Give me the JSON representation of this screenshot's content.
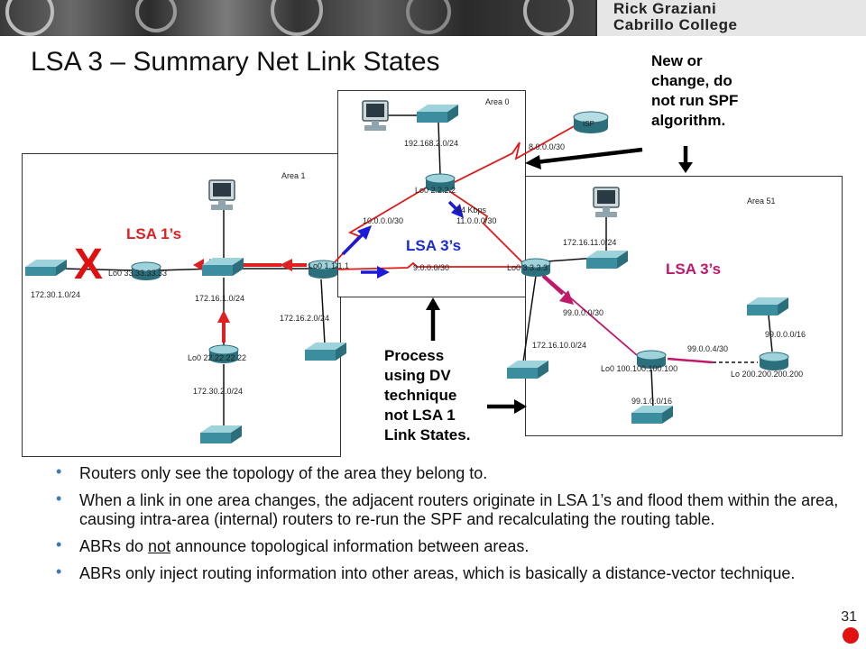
{
  "header": {
    "title": "LSA 3 – Summary Net Link States",
    "brand_name": "Rick Graziani",
    "brand_school": "Cabrillo College"
  },
  "areas": {
    "area0": "Area 0",
    "area1": "Area 1",
    "area51": "Area 51"
  },
  "network_labels": {
    "net_192": "192.168.2.0/24",
    "net_8": "8.0.0.0/30",
    "isp": "ISP",
    "lo_2": "Lo0 2.2.2.2",
    "net_10": "10.0.0.0/30",
    "net_11": "11.0.0.0/30",
    "speed": "64 Kbps",
    "lo_1": "Lo0 1.1.1.1",
    "net_9": "9.0.0.0/30",
    "lo_3": "Lo0 3.3.3.3",
    "net_172_11": "172.16.11.0/24",
    "lo_33": "Lo0 33.33.33.33",
    "net_172_30_1": "172.30.1.0/24",
    "net_172_1": "172.16.1.0/24",
    "net_172_2": "172.16.2.0/24",
    "lo_22": "Lo0 22.22.22.22",
    "net_172_30_2": "172.30.2.0/24",
    "net_99_0": "99.0.0.0/30",
    "net_172_10": "172.16.10.0/24",
    "net_99_4": "99.0.0.4/30",
    "net_99_0_16": "99.0.0.0/16",
    "lo_100": "Lo0 100.100.100.100",
    "lo_200": "Lo 200.200.200.200",
    "net_99_1": "99.1.0.0/16"
  },
  "annotations": {
    "lsa1": "LSA 1’s",
    "lsa3_area0": "LSA 3’s",
    "lsa3_area51": "LSA 3’s",
    "x_mark": "X",
    "callout_top": "New or\nchange, do\nnot run SPF\nalgorithm.",
    "callout_mid": "Process\nusing DV\ntechnique\nnot LSA 1\nLink States."
  },
  "bullets": [
    "Routers only see the topology of the area they belong to.",
    "When a link in one area changes, the adjacent routers originate in LSA 1’s and flood them within the area, causing intra-area (internal) routers to re-run the SPF and recalculating the routing table.",
    "ABRs do not announce topological information between areas.",
    "ABRs only inject routing information into other areas, which is basically a distance-vector technique."
  ],
  "bullet3_parts": [
    "ABRs do ",
    "not",
    " announce topological information between areas."
  ],
  "page_number": "31",
  "colors": {
    "lsa1": "#e02020",
    "lsa3": "#1a2bd4",
    "link_red": "#e01a1a",
    "link_blue": "#1a1ad8",
    "link_magenta": "#c0186a",
    "device": "#3a8e9e",
    "bullet": "#3a7ab5"
  }
}
